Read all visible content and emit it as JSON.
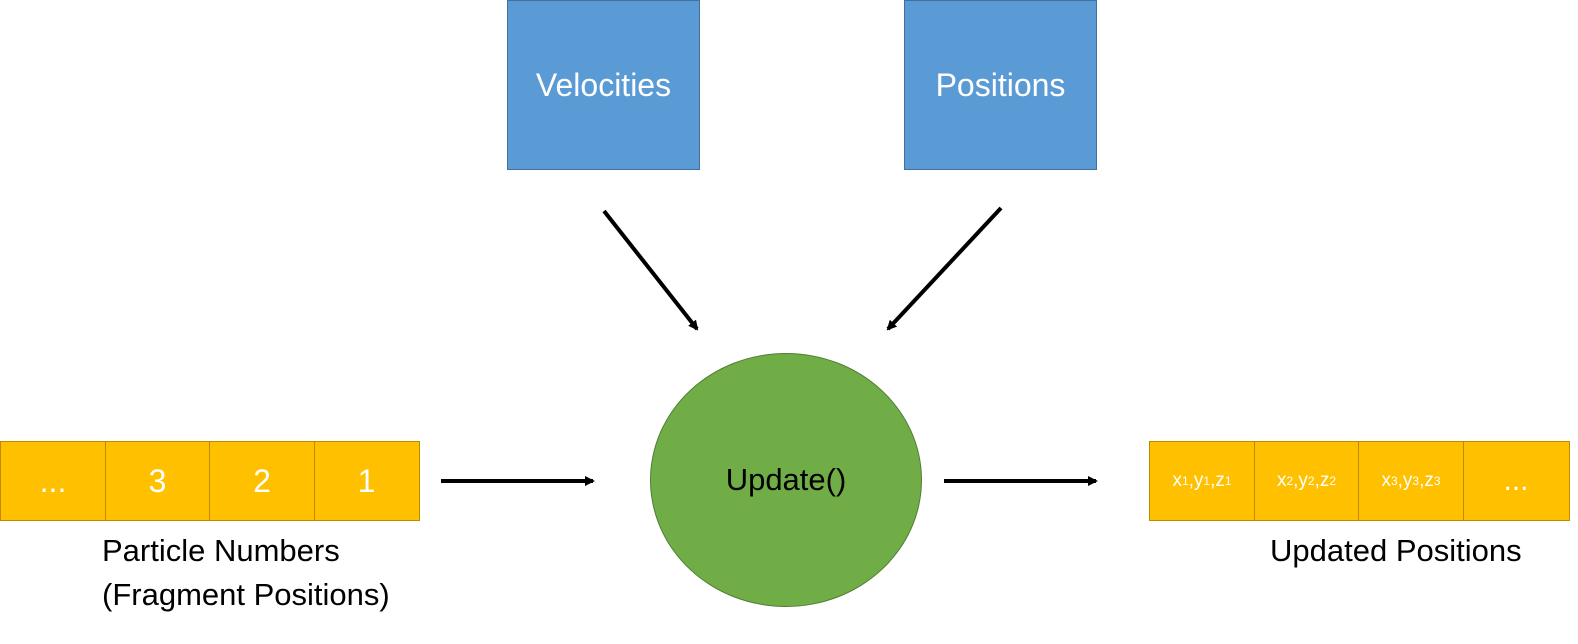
{
  "inputs": {
    "velocities_label": "Velocities",
    "positions_label": "Positions"
  },
  "process": {
    "label": "Update()"
  },
  "particle_numbers": {
    "cells": [
      "...",
      "3",
      "2",
      "1"
    ],
    "caption_line1": "Particle Numbers",
    "caption_line2": "(Fragment Positions)"
  },
  "updated_positions": {
    "cells": [
      {
        "x": "x",
        "y": "y",
        "z": "z",
        "sub": "1",
        "sep": ","
      },
      {
        "x": "x",
        "y": "y",
        "z": "z",
        "sub": "2",
        "sep": ","
      },
      {
        "x": "x",
        "y": "y",
        "z": "z",
        "sub": "3",
        "sep": ","
      }
    ],
    "trailing_cell": "...",
    "caption": "Updated Positions"
  },
  "colors": {
    "input_box": "#5b9bd5",
    "process_node": "#70ad47",
    "array_cell": "#ffc000",
    "arrow": "#000000"
  }
}
